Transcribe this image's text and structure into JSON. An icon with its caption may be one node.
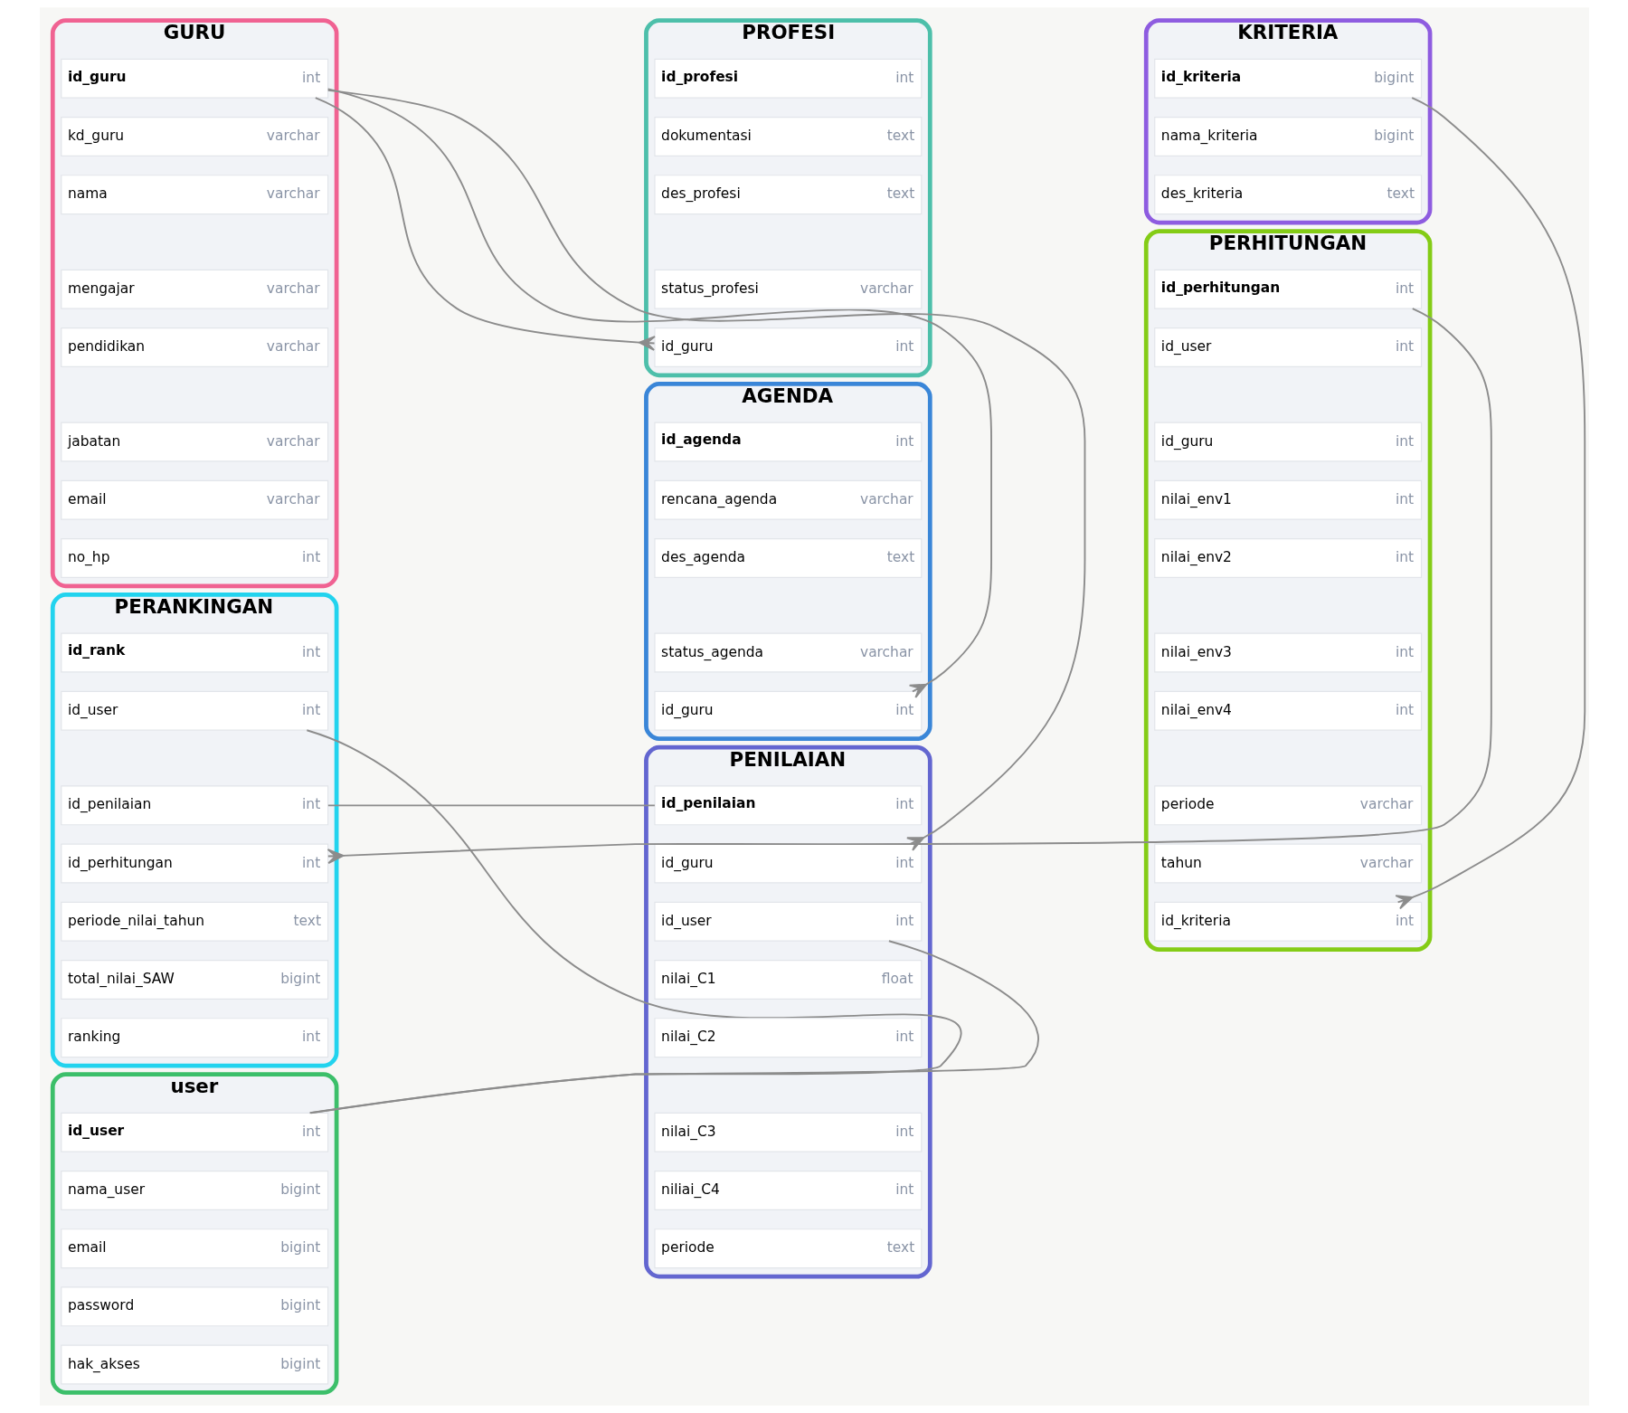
{
  "diagram": {
    "nodes": [
      {
        "text": [
          "GURU"
        ]
      },
      {
        "text": [
          "id_guru",
          "int"
        ],
        "in": 0
      },
      {
        "text": [
          "kd_guru",
          "varchar"
        ],
        "in": 0
      },
      {
        "text": [
          "nama",
          "varchar"
        ],
        "in": 0
      },
      {
        "text": [
          "mengajar",
          "varchar"
        ],
        "in": 0
      },
      {
        "text": [
          "pendidikan",
          "varchar"
        ],
        "in": 0
      },
      {
        "text": [
          "jabatan",
          "varchar"
        ],
        "in": 0
      },
      {
        "text": [
          "email",
          "varchar"
        ],
        "in": 0
      },
      {
        "text": [
          "no_hp",
          "int"
        ],
        "in": 0
      },
      {
        "text": [
          "PROFESI"
        ]
      },
      {
        "text": [
          "id_profesi",
          "int"
        ],
        "in": 9
      },
      {
        "text": [
          "dokumentasi",
          "text"
        ],
        "in": 9
      },
      {
        "text": [
          "des_profesi",
          "text"
        ],
        "in": 9
      },
      {
        "text": [
          "status_profesi",
          "varchar"
        ],
        "in": 9
      },
      {
        "text": [
          "id_guru",
          "int"
        ],
        "in": 9
      },
      {
        "text": [
          "KRITERIA"
        ]
      },
      {
        "text": [
          "id_kriteria",
          "bigint"
        ],
        "in": 15
      },
      {
        "text": [
          "nama_kriteria",
          "bigint"
        ],
        "in": 15
      },
      {
        "text": [
          "des_kriteria",
          "text"
        ],
        "in": 15
      },
      {
        "text": [
          "AGENDA"
        ]
      },
      {
        "text": [
          "id_agenda",
          "int"
        ],
        "in": 19
      },
      {
        "text": [
          "rencana_agenda",
          "varchar"
        ],
        "in": 19
      },
      {
        "text": [
          "des_agenda",
          "text"
        ],
        "in": 19
      },
      {
        "text": [
          "status_agenda",
          "varchar"
        ],
        "in": 19
      },
      {
        "text": [
          "id_guru",
          "int"
        ],
        "in": 19
      },
      {
        "text": [
          "PERANKINGAN"
        ]
      },
      {
        "text": [
          "id_rank",
          "int"
        ],
        "in": 25
      },
      {
        "text": [
          "id_user",
          "int"
        ],
        "in": 25
      },
      {
        "text": [
          "id_penilaian",
          "int"
        ],
        "in": 25
      },
      {
        "text": [
          "id_perhitungan",
          "int"
        ],
        "in": 25
      },
      {
        "text": [
          "periode_nilai_tahun",
          "text"
        ],
        "in": 25
      },
      {
        "text": [
          "total_nilai_SAW",
          "bigint"
        ],
        "in": 25
      },
      {
        "text": [
          "ranking",
          "int"
        ],
        "in": 25
      },
      {
        "text": [
          "PERHITUNGAN"
        ]
      },
      {
        "text": [
          "id_perhitungan",
          "int"
        ],
        "in": 33
      },
      {
        "text": [
          "id_user",
          "int"
        ],
        "in": 33
      },
      {
        "text": [
          "id_guru",
          "int"
        ],
        "in": 33
      },
      {
        "text": [
          "nilai_env1",
          "int"
        ],
        "in": 33
      },
      {
        "text": [
          "nilai_env2",
          "int"
        ],
        "in": 33
      },
      {
        "text": [
          "nilai_env3",
          "int"
        ],
        "in": 33
      },
      {
        "text": [
          "nilai_env4",
          "int"
        ],
        "in": 33
      },
      {
        "text": [
          "periode",
          "varchar"
        ],
        "in": 33
      },
      {
        "text": [
          "tahun",
          "varchar"
        ],
        "in": 33
      },
      {
        "text": [
          "id_kriteria",
          "int"
        ],
        "in": 33
      },
      {
        "text": [
          "PENILAIAN"
        ]
      },
      {
        "text": [
          "id_penilaian",
          "int"
        ],
        "in": 44
      },
      {
        "text": [
          "id_guru",
          "int"
        ],
        "in": 44
      },
      {
        "text": [
          "id_user",
          "int"
        ],
        "in": 44
      },
      {
        "text": [
          "nilai_C1",
          "float"
        ],
        "in": 44
      },
      {
        "text": [
          "nilai_C2",
          "int"
        ],
        "in": 44
      },
      {
        "text": [
          "nilai_C3",
          "int"
        ],
        "in": 44
      },
      {
        "text": [
          "niliai_C4",
          "int"
        ],
        "in": 44
      },
      {
        "text": [
          "periode",
          "text"
        ],
        "in": 44
      },
      {
        "text": [
          "user"
        ]
      },
      {
        "text": [
          "id_user",
          "int"
        ],
        "in": 53
      },
      {
        "text": [
          "nama_user",
          "bigint"
        ],
        "in": 53
      },
      {
        "text": [
          "email",
          "bigint"
        ],
        "in": 53
      },
      {
        "text": [
          "password",
          "bigint"
        ],
        "in": 53
      },
      {
        "text": [
          "hak_akses",
          "bigint"
        ],
        "in": 53
      }
    ],
    "edges": [
      {
        "from": 1,
        "to": 14,
        "arrow": "other"
      },
      {
        "from": 1,
        "to": 24,
        "arrow": "other"
      },
      {
        "from": 1,
        "to": 46,
        "arrow": "other"
      },
      {
        "from": 27,
        "to": 54,
        "arrow": "none"
      },
      {
        "from": 28,
        "to": 45,
        "arrow": "none"
      },
      {
        "from": 34,
        "to": 29,
        "arrow": "other"
      },
      {
        "from": 16,
        "to": 43,
        "arrow": "other"
      },
      {
        "from": 54,
        "to": 47,
        "arrow": "none"
      }
    ]
  }
}
